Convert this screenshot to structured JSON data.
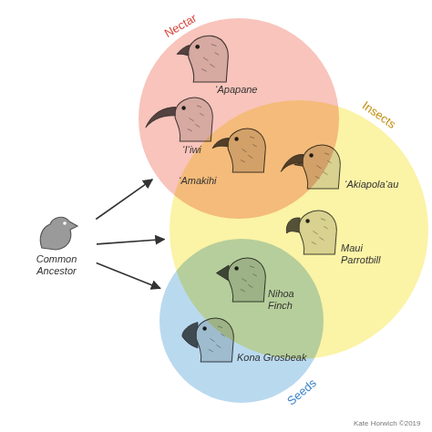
{
  "diagram": {
    "nodes": [
      {
        "text": [
          "Common Ancestor"
        ]
      },
      {
        "text": [
          "Nectar"
        ]
      },
      {
        "text": [
          "Insects"
        ]
      },
      {
        "text": [
          "Seeds"
        ]
      }
    ],
    "edges": [
      {
        "from": 0,
        "to": 1,
        "arrow": "to"
      },
      {
        "from": 0,
        "to": 2,
        "arrow": "to"
      },
      {
        "from": 0,
        "to": 3,
        "arrow": "to"
      }
    ],
    "labels": [
      "‘Apapane",
      "‘I‘iwi",
      "‘Amakihi",
      "‘Akiapola‘au",
      "Maui Parrotbill",
      "Nihoa Finch",
      "Kona Grosbeak",
      "Kate Horwich ©2019"
    ]
  }
}
